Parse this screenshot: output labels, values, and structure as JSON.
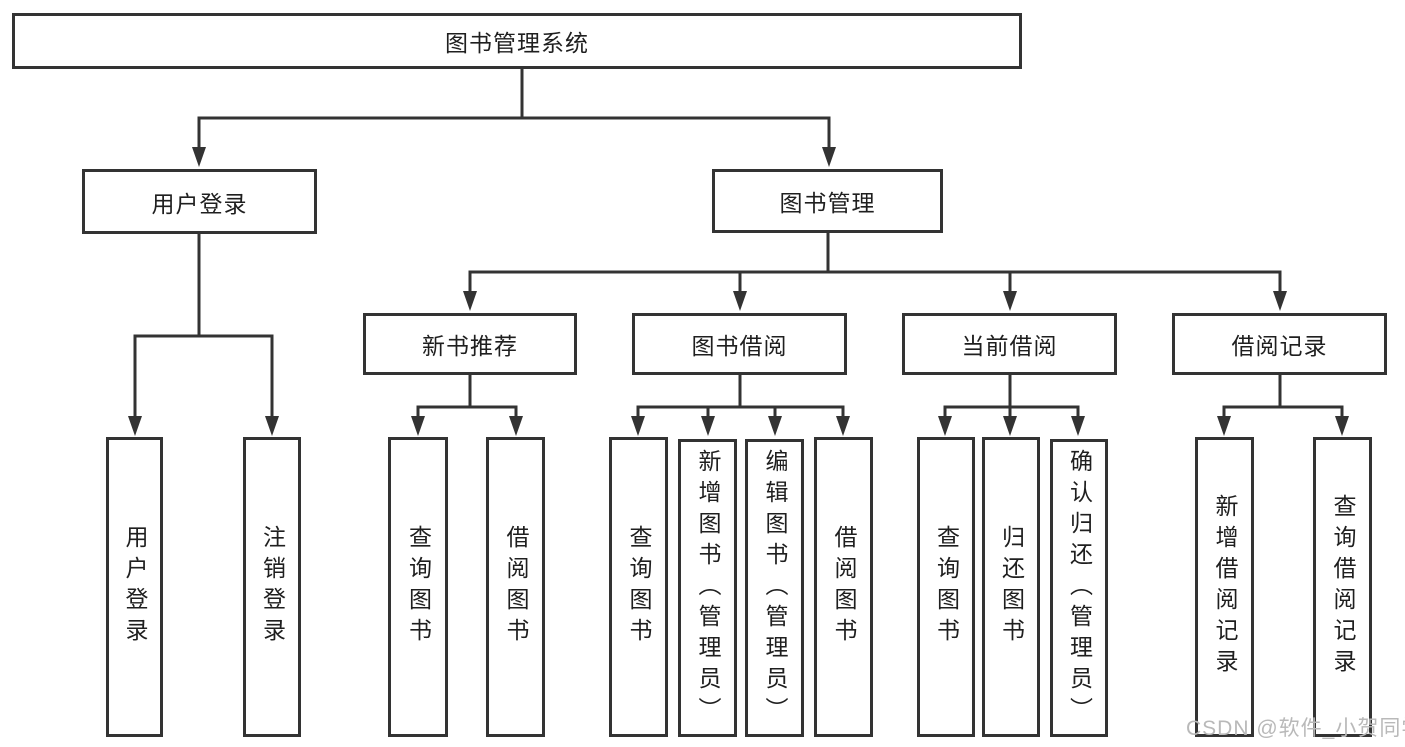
{
  "diagram": {
    "root": "图书管理系统",
    "user_login": {
      "label": "用户登录",
      "children": [
        "用户登录",
        "注销登录"
      ]
    },
    "book_management": {
      "label": "图书管理",
      "children": [
        {
          "label": "新书推荐",
          "children": [
            "查询图书",
            "借阅图书"
          ]
        },
        {
          "label": "图书借阅",
          "children": [
            "查询图书",
            "新增图书（管理员）",
            "编辑图书（管理员）",
            "借阅图书"
          ]
        },
        {
          "label": "当前借阅",
          "children": [
            "查询图书",
            "归还图书",
            "确认归还（管理员）"
          ]
        },
        {
          "label": "借阅记录",
          "children": [
            "新增借阅记录",
            "查询借阅记录"
          ]
        }
      ]
    },
    "line_color": "#333333",
    "text_color": "#1f1f1f",
    "background_color": "#ffffff"
  },
  "watermark": "CSDN @软件_小贺同学"
}
